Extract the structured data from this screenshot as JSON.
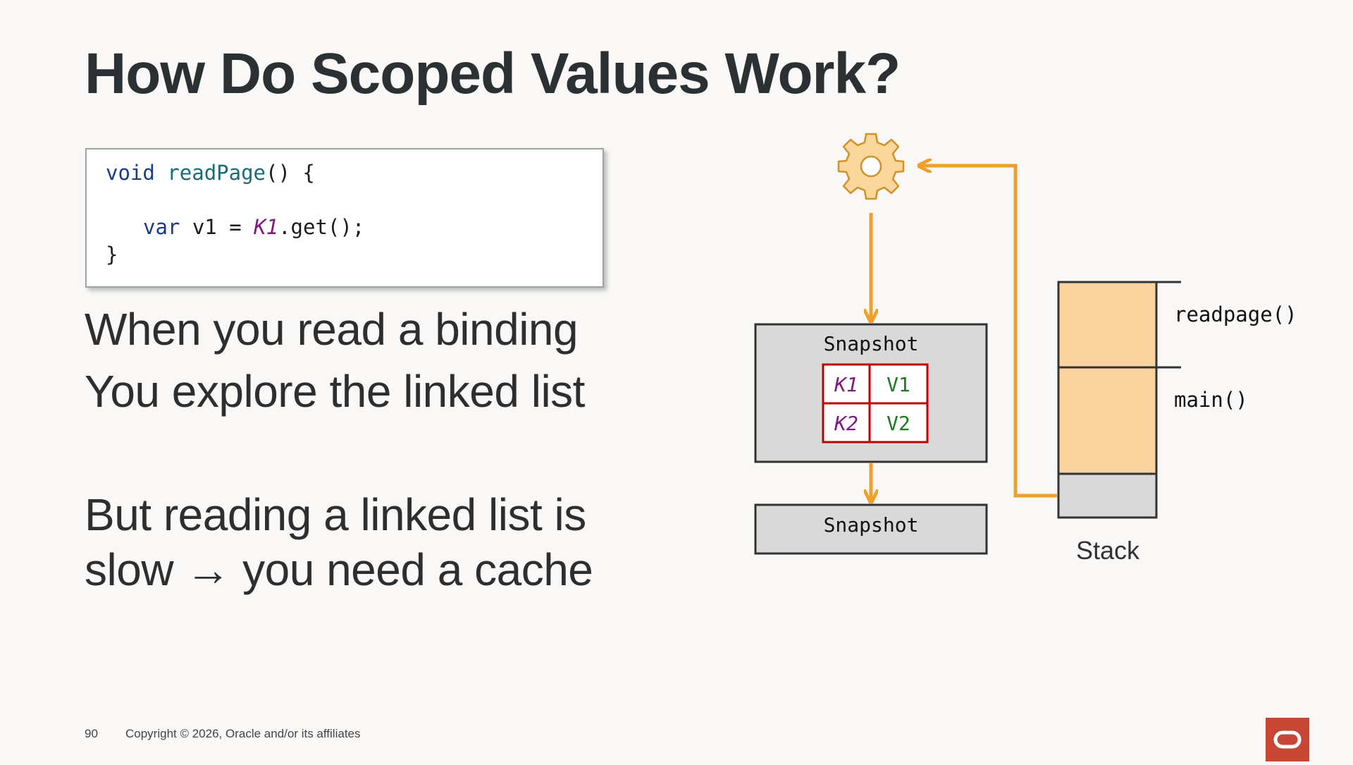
{
  "slide": {
    "title": "How Do Scoped Values Work?",
    "page_number": "90",
    "copyright": "Copyright © 2026, Oracle and/or its affiliates"
  },
  "code": {
    "line1": {
      "kw": "void",
      "fn": "readPage",
      "rest": "() {"
    },
    "line2": {
      "kw": "var",
      "pre": " v1 = ",
      "key": "K1",
      "post": ".get();"
    },
    "line3": "}"
  },
  "body": {
    "line1": "When you read a binding",
    "line2": "You explore the linked list",
    "line3": "But reading a linked list is",
    "line4": "slow → you need a cache"
  },
  "diagram": {
    "snapshot_top_label": "Snapshot",
    "snapshot_bottom_label": "Snapshot",
    "table": [
      {
        "key": "K1",
        "value": "V1"
      },
      {
        "key": "K2",
        "value": "V2"
      }
    ],
    "stack_label": "Stack",
    "frames": [
      "readpage()",
      "main()"
    ],
    "icons": [
      "gear-icon"
    ],
    "colors": {
      "arrow": "#f0a02a",
      "frame_fill": "#fad39f",
      "snapshot_fill": "#d9d9d9",
      "table_border": "#c00000",
      "key_color": "#7d1a7d",
      "value_color": "#1e7a1e",
      "gear_fill": "#f9d69a",
      "gear_stroke": "#d4902a",
      "logo": "#c74634"
    }
  }
}
